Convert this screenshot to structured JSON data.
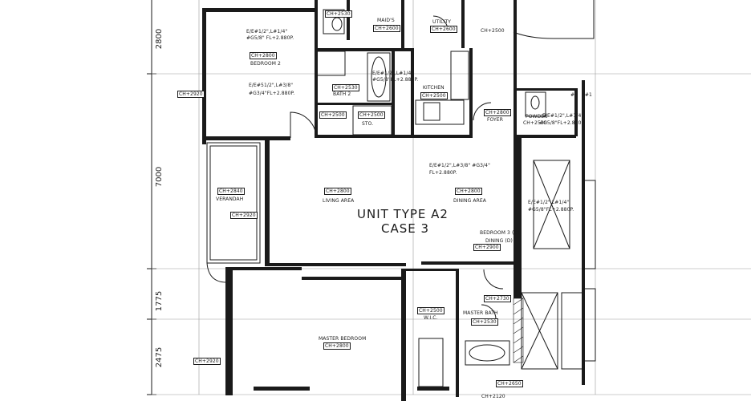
{
  "plan_title": {
    "line1": "UNIT TYPE A2",
    "line2": "CASE 3"
  },
  "dimensions": [
    "2800",
    "7000",
    "1775",
    "2475"
  ],
  "rooms": {
    "maids": "MAID'S",
    "utility": "UTILITY",
    "bedroom2": "BEDROOM 2",
    "bath2": "BATH 2",
    "kitchen": "KITCHEN",
    "store": "STO.",
    "powder": "POWDER",
    "foyer": "FOYER",
    "verandah": "VERANDAH",
    "living": "LIVING AREA",
    "dining": "DINING AREA",
    "bedroom3": "BEDROOM 3 (D)",
    "dining_d": "DINING (D)",
    "wic": "W.I.C.",
    "master_bath": "MASTER BATH",
    "master_bedroom": "MASTER BEDROOM"
  },
  "ceiling_heights": {
    "ch2530_top": "CH+2530",
    "ch2600_maid": "CH+2600",
    "ch2600_util": "CH+2600",
    "ch2500_top": "CH+2500",
    "ch2800_bed2": "CH+2800",
    "ch2920_left": "CH+2920",
    "ch2530_bath": "CH+2530",
    "ch2500_kit": "CH+2500",
    "ch2500_sto1": "CH+2500",
    "ch2500_sto2": "CH+2500",
    "ch2800_foyer": "CH+2800",
    "ch2530_powder": "CH+2530",
    "ch2840_ver": "CH+2840",
    "ch2920_ver": "CH+2920",
    "ch2800_living": "CH+2800",
    "ch2800_dining": "CH+2800",
    "ch2900": "CH+2900",
    "ch2500_wic": "CH+2500",
    "ch2730": "CH+2730",
    "ch2530_mb": "CH+2530",
    "ch2800_master": "CH+2800",
    "ch2920_bottom": "CH+2920",
    "ch2650": "CH+2650",
    "ch2120": "CH+2120"
  },
  "fitting_notes": {
    "bed2_a": "E/E#1/2\",L#1/4\"",
    "bed2_b": "#G5/8\" FL+2.880P.",
    "bed2_c": "E/E#51/2\",L#3/8\"",
    "bed2_d": "#G3/4\"FL+2.880P.",
    "kit_a": "E/E#1/2\",L#1/4\"",
    "kit_b": "#G5/8\"FL+2.880P.",
    "dining_a": "E/E#1/2\",L#3/8\" #G3/4\"",
    "dining_b": "FL+2.880P.",
    "right_a": "E/E#1/2\",L#1/4\"",
    "right_b": "#G5/8\"FL+2.880P.",
    "powder_a": "E/E#1/2\",L#1/4\"",
    "powder_b": "#G5/8\"FL+2.880P."
  },
  "marks": {
    "mark_a": "#2",
    "mark_b": "E#1"
  }
}
